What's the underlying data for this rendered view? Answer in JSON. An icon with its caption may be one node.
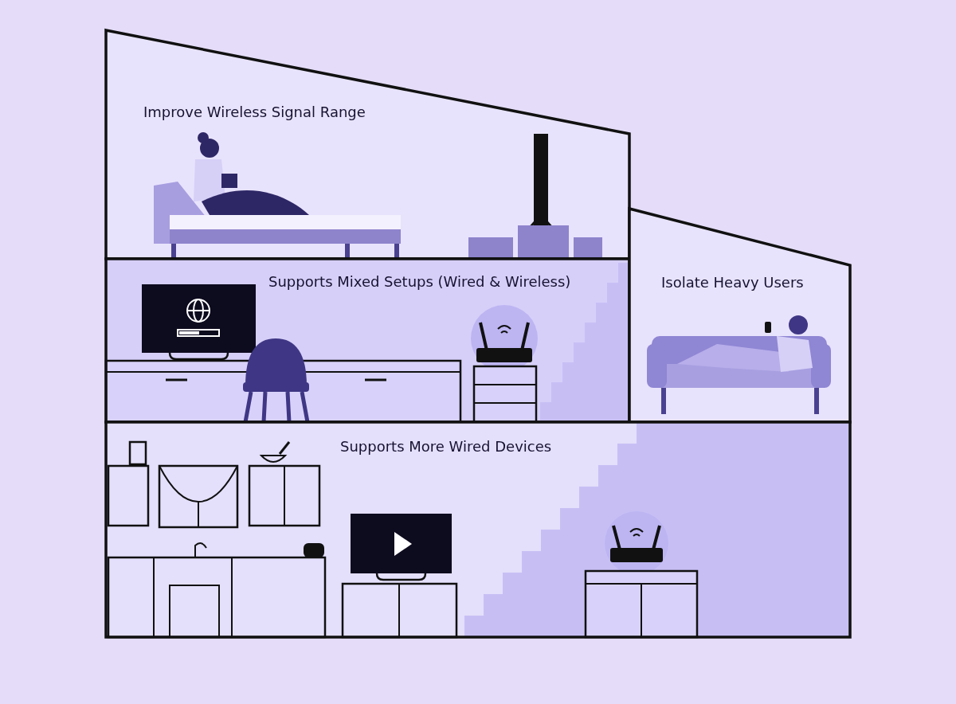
{
  "diagram": {
    "nodes": [
      {
        "text": [
          "Improve Wireless Signal Range"
        ]
      },
      {
        "text": [
          "Supports Mixed Setups (Wired & Wireless)"
        ]
      },
      {
        "text": [
          "Isolate Heavy Users"
        ]
      },
      {
        "text": [
          "Supports More Wired Devices"
        ]
      }
    ]
  }
}
